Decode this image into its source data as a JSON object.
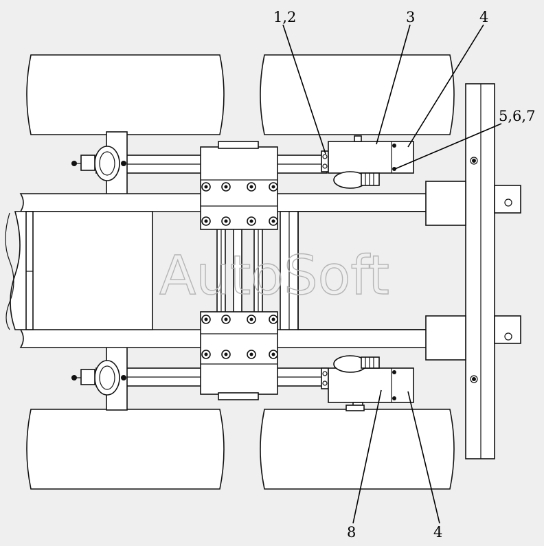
{
  "callouts": [
    {
      "id": "c12",
      "text": "1,2"
    },
    {
      "id": "c3",
      "text": "3"
    },
    {
      "id": "c4top",
      "text": "4"
    },
    {
      "id": "c567",
      "text": "5,6,7"
    },
    {
      "id": "c8",
      "text": "8"
    },
    {
      "id": "c4bottom",
      "text": "4"
    }
  ],
  "watermark": "AutoSoft",
  "colors": {
    "background": "#efefef",
    "line": "#111111",
    "watermark": "#b5b5b5"
  }
}
